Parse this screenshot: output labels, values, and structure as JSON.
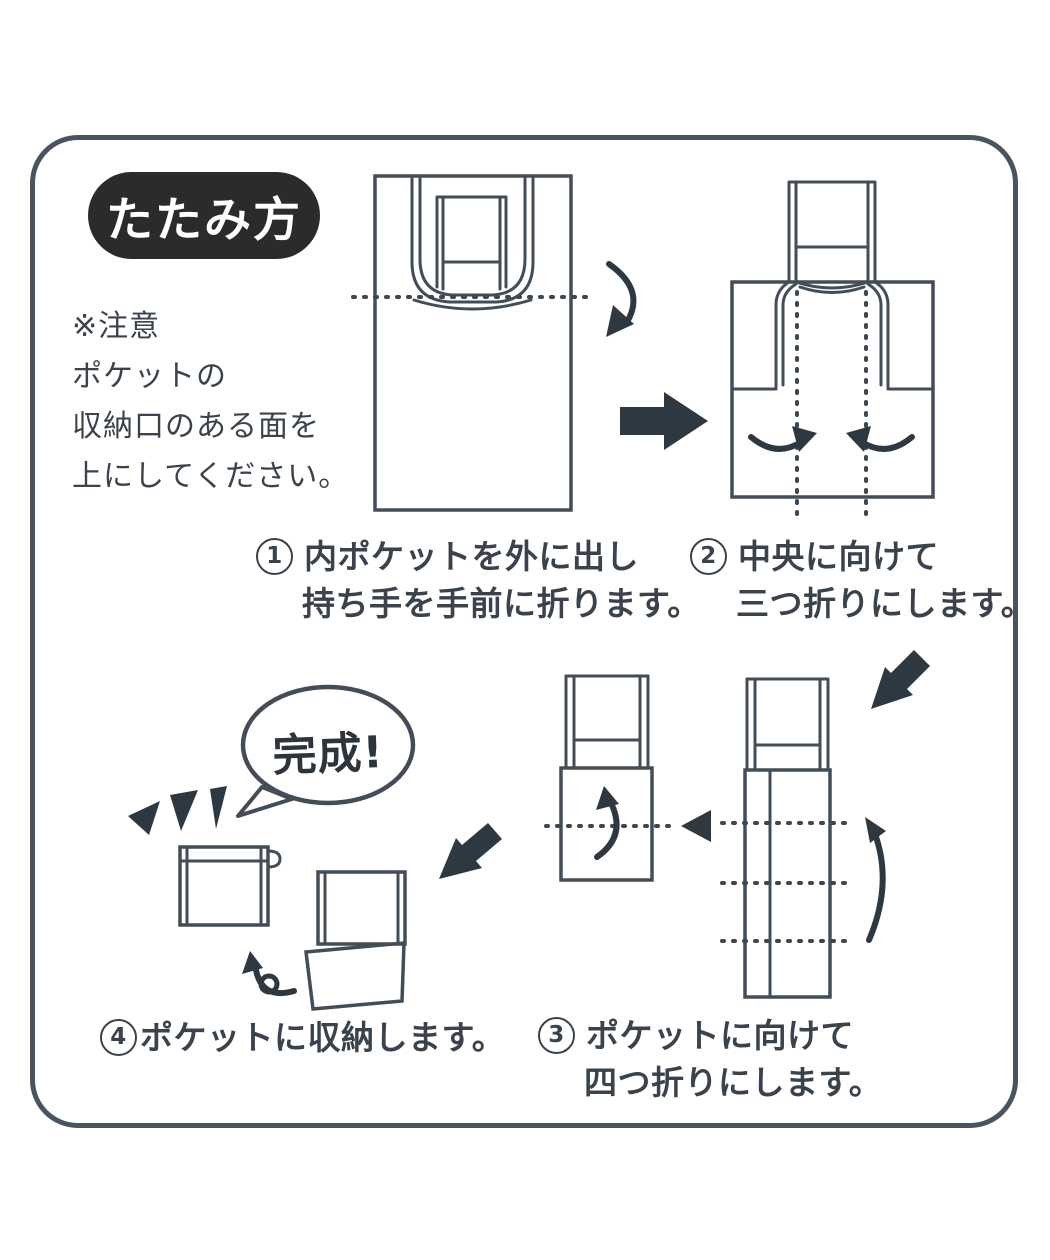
{
  "title_badge": {
    "label": "たたみ方"
  },
  "note": {
    "lines": [
      "※注意",
      "ポケットの",
      "収納口のある面を",
      "上にしてください。"
    ]
  },
  "steps": [
    {
      "number": "1",
      "line1": "内ポケットを外に出し",
      "line2": "持ち手を手前に折ります。"
    },
    {
      "number": "2",
      "line1": "中央に向けて",
      "line2": "三つ折りにします。"
    },
    {
      "number": "3",
      "line1": "ポケットに向けて",
      "line2": "四つ折りにします。"
    },
    {
      "number": "4",
      "line1": "ポケットに収納します。"
    }
  ],
  "completion_bubble": {
    "label": "完成!"
  },
  "colors": {
    "line": "#434d57",
    "arrow_fill": "#2e3840",
    "badge_bg": "#2b2b2b",
    "badge_text": "#ffffff",
    "text": "#3a434c"
  }
}
